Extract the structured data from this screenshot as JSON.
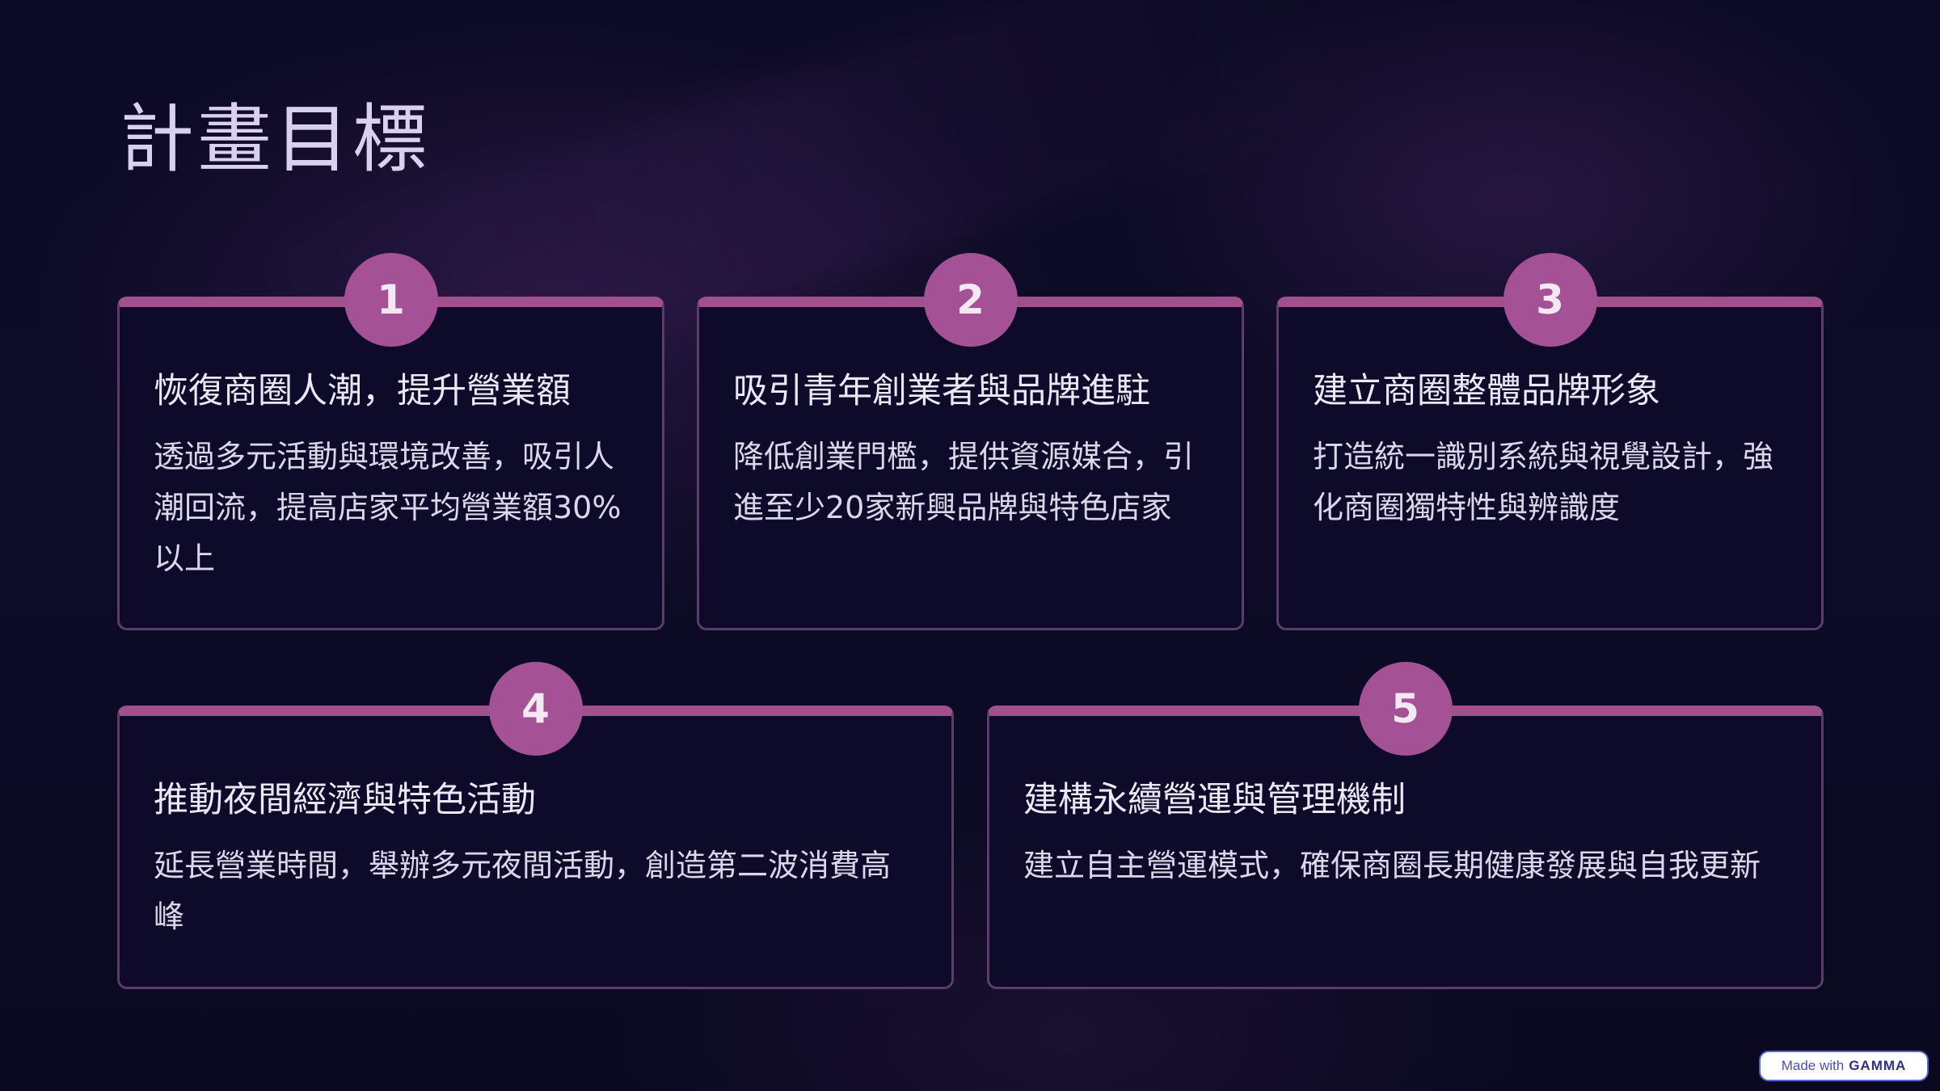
{
  "title": "計畫目標",
  "goals": [
    {
      "number": "1",
      "title": "恢復商圈人潮，提升營業額",
      "description": "透過多元活動與環境改善，吸引人潮回流，提高店家平均營業額30%以上"
    },
    {
      "number": "2",
      "title": "吸引青年創業者與品牌進駐",
      "description": "降低創業門檻，提供資源媒合，引進至少20家新興品牌與特色店家"
    },
    {
      "number": "3",
      "title": "建立商圈整體品牌形象",
      "description": "打造統一識別系統與視覺設計，強化商圈獨特性與辨識度"
    },
    {
      "number": "4",
      "title": "推動夜間經濟與特色活動",
      "description": "延長營業時間，舉辦多元夜間活動，創造第二波消費高峰"
    },
    {
      "number": "5",
      "title": "建構永續營運與管理機制",
      "description": "建立自主營運模式，確保商圈長期健康發展與自我更新"
    }
  ],
  "footer": {
    "made_with": "Made with",
    "brand": "GAMMA"
  },
  "colors": {
    "accent": "#a1508e",
    "badge": "#a45295",
    "background": "#0b0a22",
    "card": "#0d0b29"
  }
}
